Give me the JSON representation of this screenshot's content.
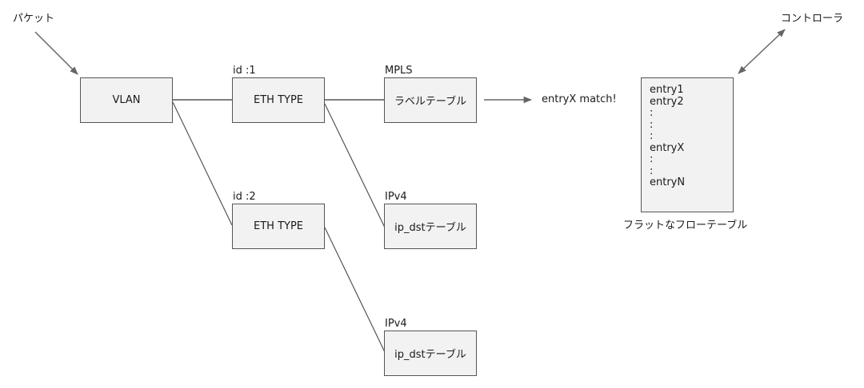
{
  "labels": {
    "packet": "パケット",
    "controller": "コントローラ",
    "id1": "id :1",
    "id2": "id :2",
    "mpls": "MPLS",
    "ipv4_a": "IPv4",
    "ipv4_b": "IPv4",
    "match": "entryX match!",
    "flat_table": "フラットなフローテーブル"
  },
  "boxes": {
    "vlan": "VLAN",
    "eth_type_1": "ETH TYPE",
    "eth_type_2": "ETH TYPE",
    "label_table": "ラベルテーブル",
    "ip_dst_table_1": "ip_dstテーブル",
    "ip_dst_table_2": "ip_dstテーブル"
  },
  "flow_table": {
    "entries": [
      "entry1",
      "entry2",
      ":",
      ":",
      ":",
      "entryX",
      ":",
      ":",
      "entryN"
    ]
  }
}
